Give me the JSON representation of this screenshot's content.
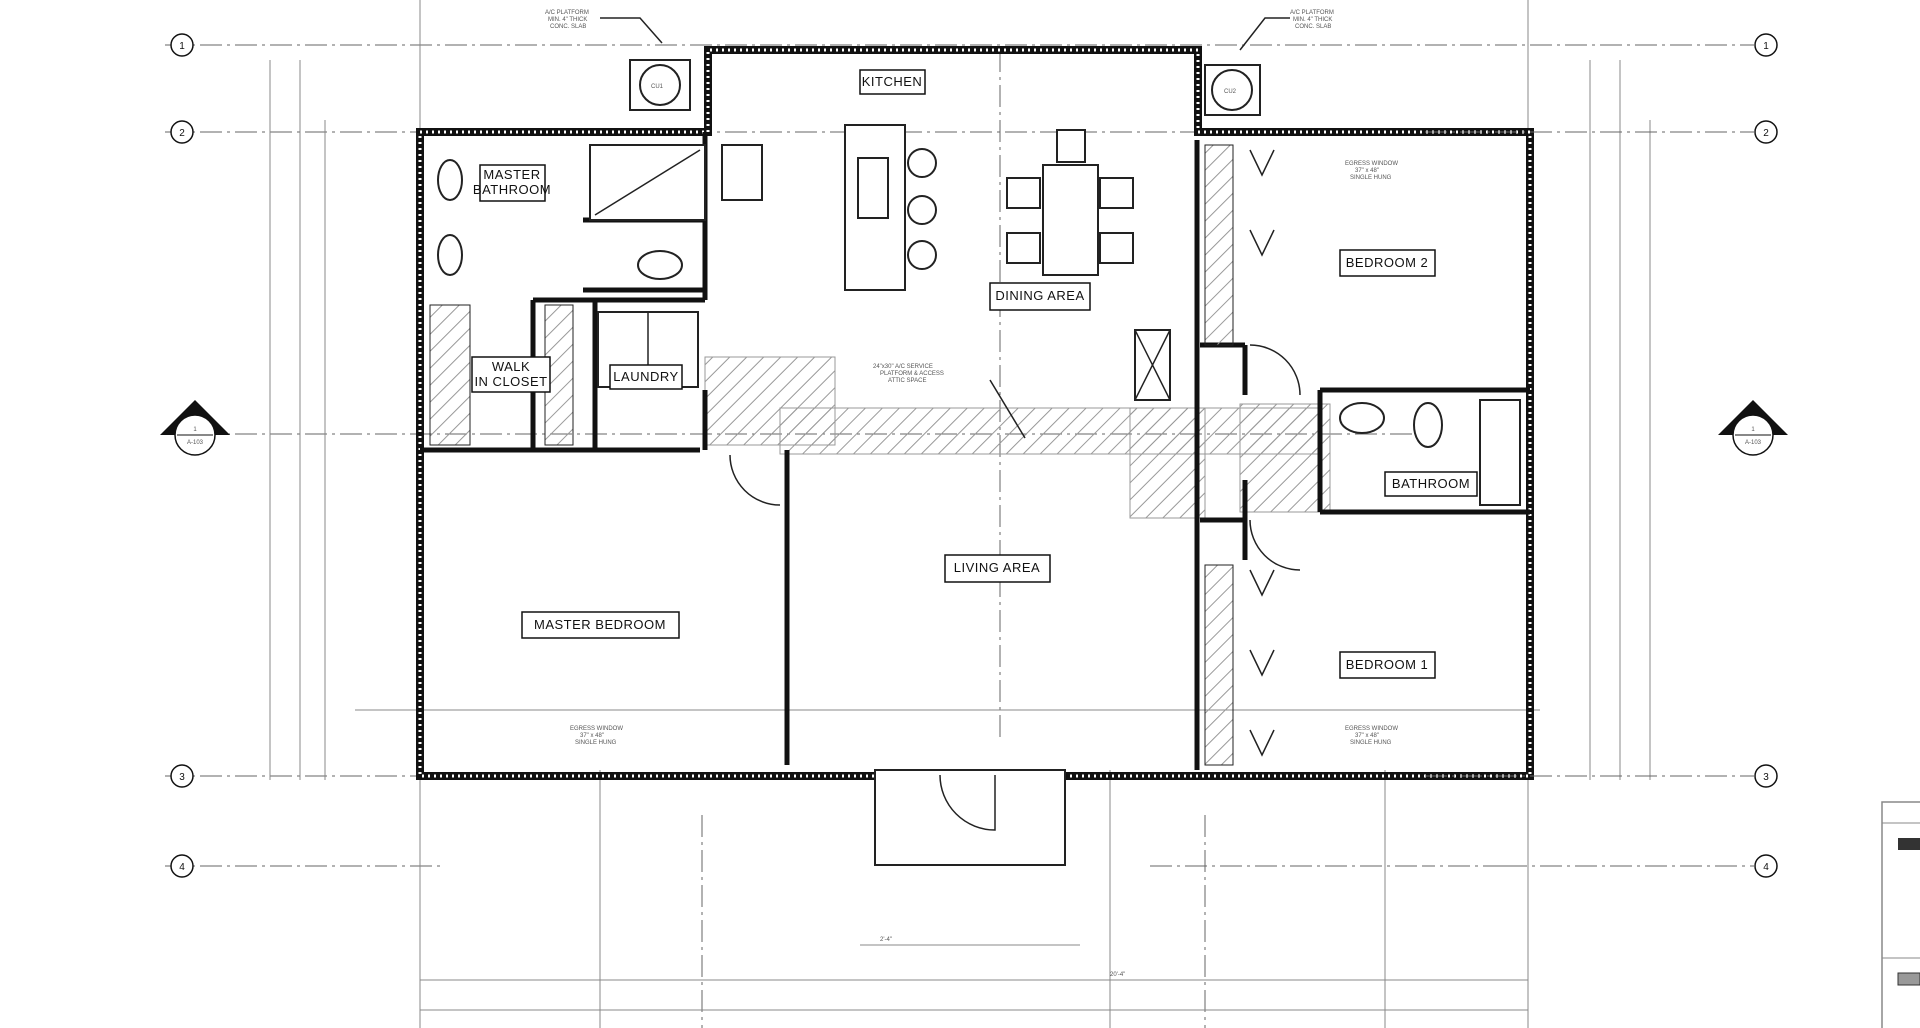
{
  "rooms": {
    "master_bathroom": {
      "label1": "MASTER",
      "label2": "BATHROOM"
    },
    "kitchen": {
      "label": "KITCHEN"
    },
    "dining_area": {
      "label": "DINING AREA"
    },
    "walk_in_closet": {
      "label1": "WALK",
      "label2": "IN CLOSET"
    },
    "laundry": {
      "label": "LAUNDRY"
    },
    "living_area": {
      "label": "LIVING AREA"
    },
    "master_bedroom": {
      "label": "MASTER BEDROOM"
    },
    "bedroom_2": {
      "label": "BEDROOM 2"
    },
    "bedroom_1": {
      "label": "BEDROOM 1"
    },
    "bathroom": {
      "label": "BATHROOM"
    }
  },
  "grid_bubbles": [
    "1",
    "2",
    "3",
    "4"
  ],
  "section_marker": {
    "number": "1",
    "sheet": "A-103"
  },
  "notes": {
    "ac_platform": [
      "A/C PLATFORM",
      "MIN. 4\" THICK",
      "CONC. SLAB"
    ],
    "egress_window": [
      "EGRESS WINDOW",
      "37\" x 48\"",
      "SINGLE HUNG"
    ],
    "attic": [
      "24\"x30\" A/C SERVICE",
      "PLATFORM & ACCESS",
      "ATTIC SPACE"
    ],
    "condensers": [
      "CU1",
      "CU2"
    ]
  },
  "dimensions": [
    "2'-4\"",
    "20'-4\""
  ],
  "colors": {
    "line": "#111111",
    "hatch": "#999999"
  }
}
